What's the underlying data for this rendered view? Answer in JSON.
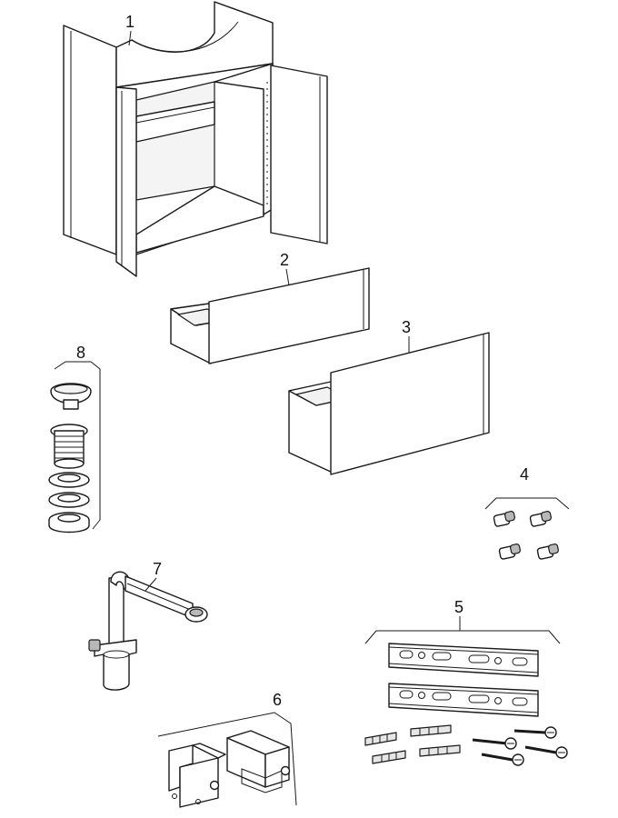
{
  "labels": {
    "p1": "1",
    "p2": "2",
    "p3": "3",
    "p4": "4",
    "p5": "5",
    "p6": "6",
    "p7": "7",
    "p8": "8"
  }
}
